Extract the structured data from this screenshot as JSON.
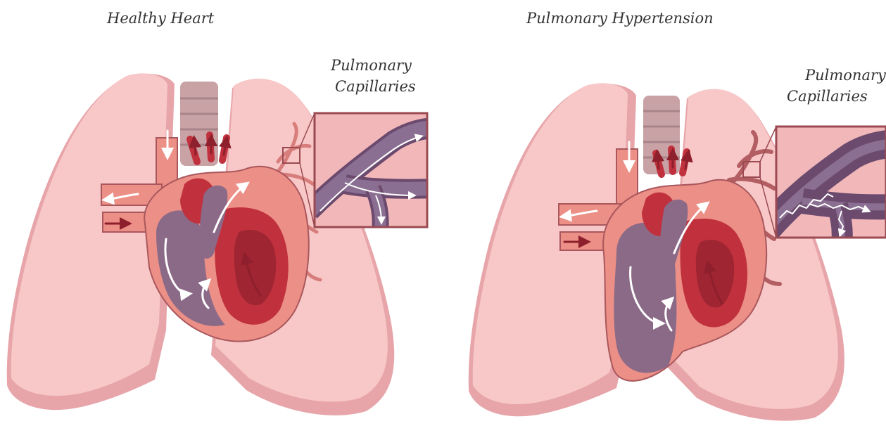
{
  "panels": [
    {
      "title": "Healthy Heart",
      "inset_label_line1": "Pulmonary",
      "inset_label_line2": "Capillaries"
    },
    {
      "title": "Pulmonary Hypertension",
      "inset_label_line1": "Pulmonary",
      "inset_label_line2": "Capillaries"
    }
  ],
  "colors": {
    "lung_back": "#f7c8c7",
    "lung_shadow": "#e7a5aa",
    "trachea": "#c9a2a6",
    "trachea_line": "#a88488",
    "heart_outer": "#ec8f86",
    "heart_wall": "#f3a8a0",
    "right_side": "#8b6a88",
    "left_side": "#c0313d",
    "dark_red": "#9e2531",
    "vessel_outline": "#a9575d",
    "capillary_purple": "#8b6f92",
    "capillary_dark": "#6b4a6e",
    "inset_bg": "#f2b8b9",
    "inset_border": "#9b4a52",
    "arrow_white": "#ffffff"
  }
}
